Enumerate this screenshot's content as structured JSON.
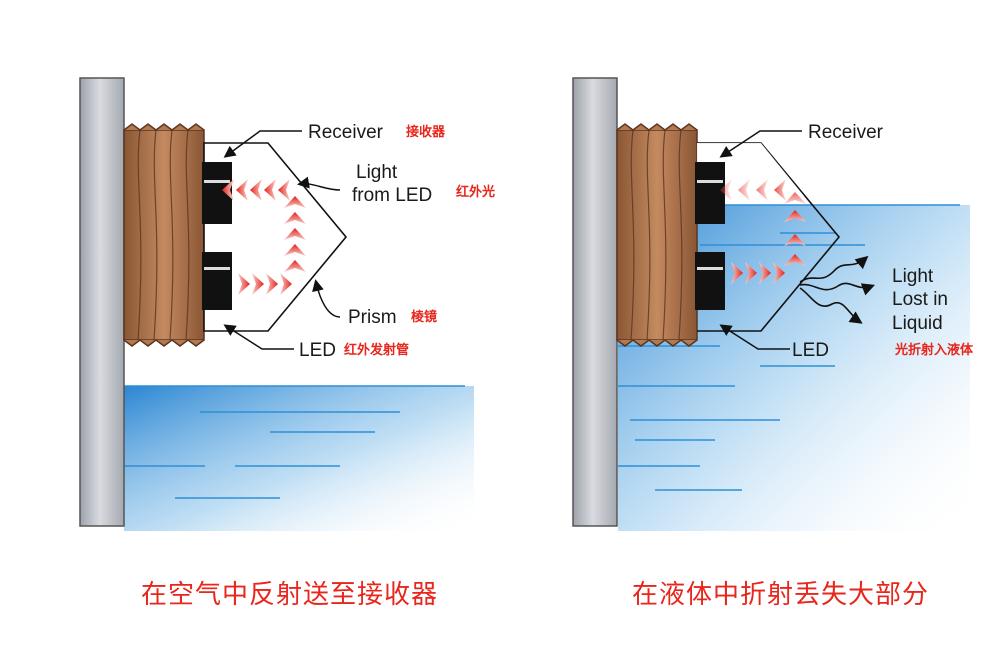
{
  "left_panel": {
    "receiver_label": "Receiver",
    "receiver_cn": "接收器",
    "light_label_line1": "Light",
    "light_label_line2": "from LED",
    "light_cn": "红外光",
    "prism_label": "Prism",
    "prism_cn": "棱镜",
    "led_label": "LED",
    "led_cn": "红外发射管",
    "caption": "在空气中反射送至接收器"
  },
  "right_panel": {
    "receiver_label": "Receiver",
    "lost_line1": "Light",
    "lost_line2": "Lost in",
    "lost_line3": "Liquid",
    "lost_cn": "光折射入液体",
    "led_label": "LED",
    "caption": "在液体中折射丢失大部分"
  },
  "colors": {
    "wall": "#b8bcc4",
    "thread": "#a9714a",
    "liquid": "#2f8fd6",
    "light_red": "#e3201b",
    "caption_red": "#e8261c"
  }
}
